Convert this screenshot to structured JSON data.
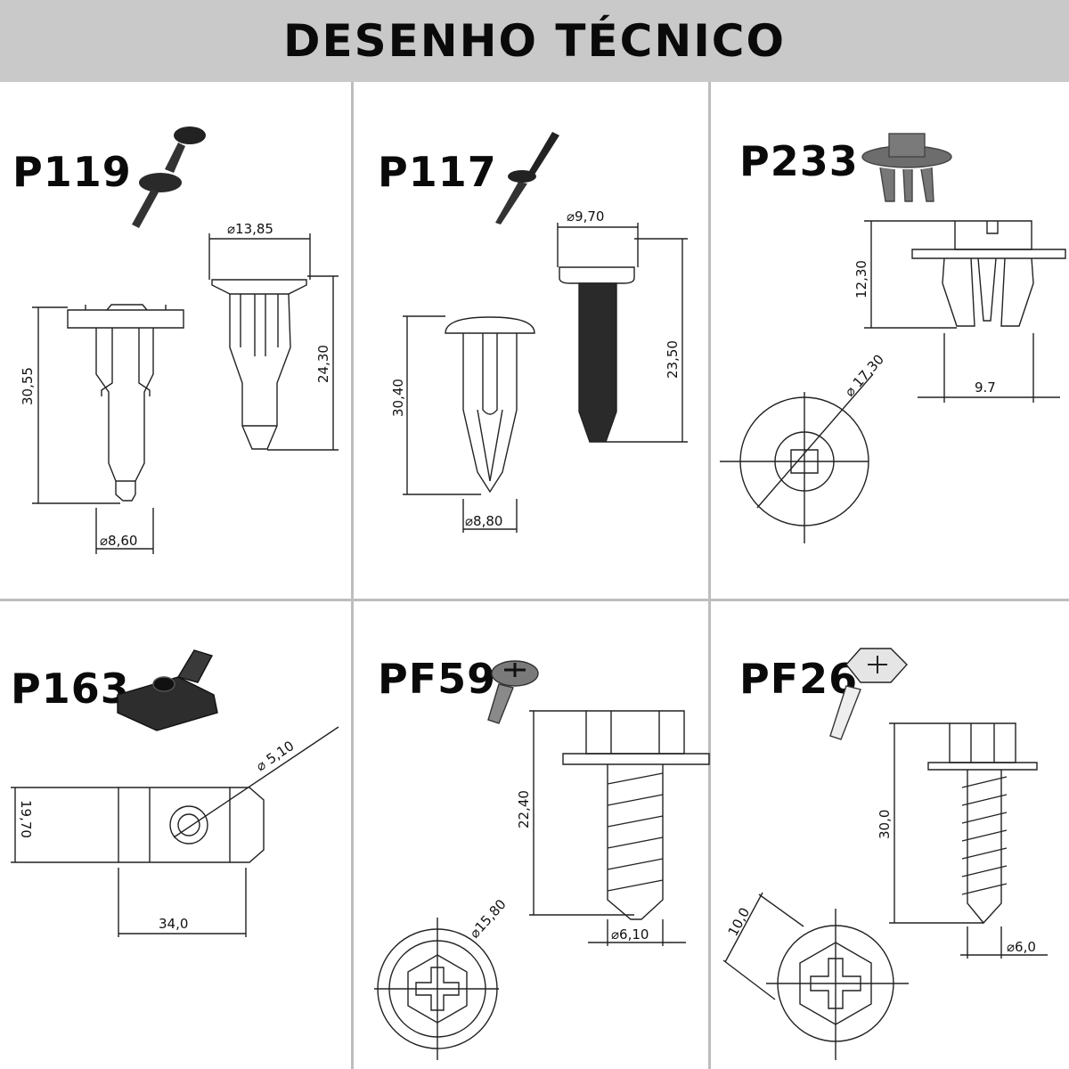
{
  "header": {
    "title": "DESENHO TÉCNICO"
  },
  "parts": [
    {
      "code": "P119",
      "dims": {
        "height_clip": "30,55",
        "width_bottom": "⌀8,60",
        "head": "⌀13,85",
        "height_pin": "24,30"
      }
    },
    {
      "code": "P117",
      "dims": {
        "height_clip": "30,40",
        "width_bottom": "⌀8,80",
        "head": "⌀9,70",
        "height_pin": "23,50"
      }
    },
    {
      "code": "P233",
      "dims": {
        "height": "12,30",
        "width": "9.7",
        "diameter": "⌀ 17,30"
      }
    },
    {
      "code": "P163",
      "dims": {
        "height": "19,70",
        "width": "34,0",
        "hole": "⌀ 5,10"
      }
    },
    {
      "code": "PF59",
      "dims": {
        "height": "22,40",
        "thread": "⌀6,10",
        "washer": "⌀15,80"
      }
    },
    {
      "code": "PF26",
      "dims": {
        "height": "30,0",
        "thread": "⌀6,0",
        "hex": "10,0"
      }
    }
  ],
  "colors": {
    "header_bg": "#c9c9c9",
    "line": "#222222",
    "divider": "#bdbdbd"
  }
}
